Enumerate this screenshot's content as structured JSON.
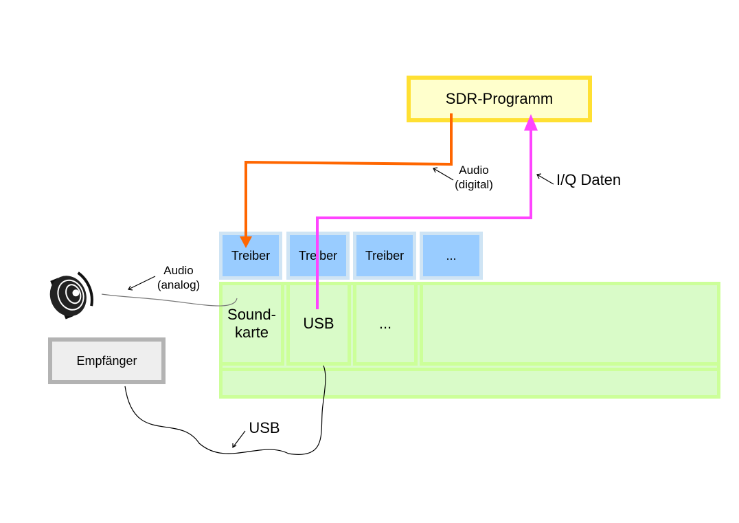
{
  "sdr_program": {
    "label": "SDR-Programm"
  },
  "drivers": [
    "Treiber",
    "Treiber",
    "Treiber",
    "..."
  ],
  "hardware": {
    "soundcard": "Sound-\nkarte",
    "usb": "USB",
    "more": "..."
  },
  "receiver": {
    "label": "Empfänger"
  },
  "annotations": {
    "audio_digital": "Audio\n(digital)",
    "iq_data": "I/Q Daten",
    "audio_analog": "Audio\n(analog)",
    "usb_cable": "USB"
  },
  "colors": {
    "audio_digital_line": "#ff6600",
    "iq_data_line": "#ff44ff",
    "sdr_border": "#ffe033",
    "sdr_fill": "#ffffcc",
    "driver_fill": "#99ccff",
    "driver_border": "#cfe4f4",
    "hardware_fill": "#d9fbc8",
    "hardware_border": "#ccff99",
    "receiver_border": "#b3b3b3",
    "receiver_fill": "#eeeeee"
  },
  "icons": {
    "speaker": "speaker-icon"
  }
}
